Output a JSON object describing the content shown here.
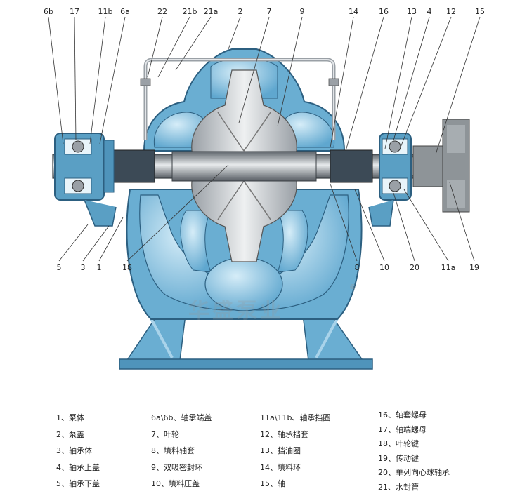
{
  "callouts_top": [
    "6b",
    "17",
    "11b",
    "6a",
    "22",
    "21b",
    "21a",
    "2",
    "7",
    "9",
    "14",
    "16",
    "13",
    "4",
    "12",
    "15"
  ],
  "callouts_bottom": [
    "5",
    "3",
    "1",
    "18",
    "8",
    "10",
    "20",
    "11a",
    "19"
  ],
  "watermark": "华盛泵业",
  "watermark_mark": "®",
  "legend": [
    [
      "1、泵体",
      "2、泵盖",
      "3、轴承体",
      "4、轴承上盖",
      "5、轴承下盖"
    ],
    [
      "6a\\6b、轴承端盖",
      "7、叶轮",
      "8、填料轴套",
      "9、双吸密封环",
      "10、填料压盖"
    ],
    [
      "11a\\11b、轴承挡圈",
      "12、轴承挡套",
      "13、挡油圈",
      "14、填料环",
      "15、轴"
    ],
    [
      "16、轴套螺母",
      "17、轴端螺母",
      "18、叶轮键",
      "19、传动键",
      "20、单列向心球轴承",
      "21、水封管"
    ]
  ],
  "colors": {
    "casing": "#5a9fc4",
    "water": "#a9d3ea",
    "steel": "#9aa0a6",
    "outline": "#2c5f80",
    "coupling": "#8e9498"
  }
}
